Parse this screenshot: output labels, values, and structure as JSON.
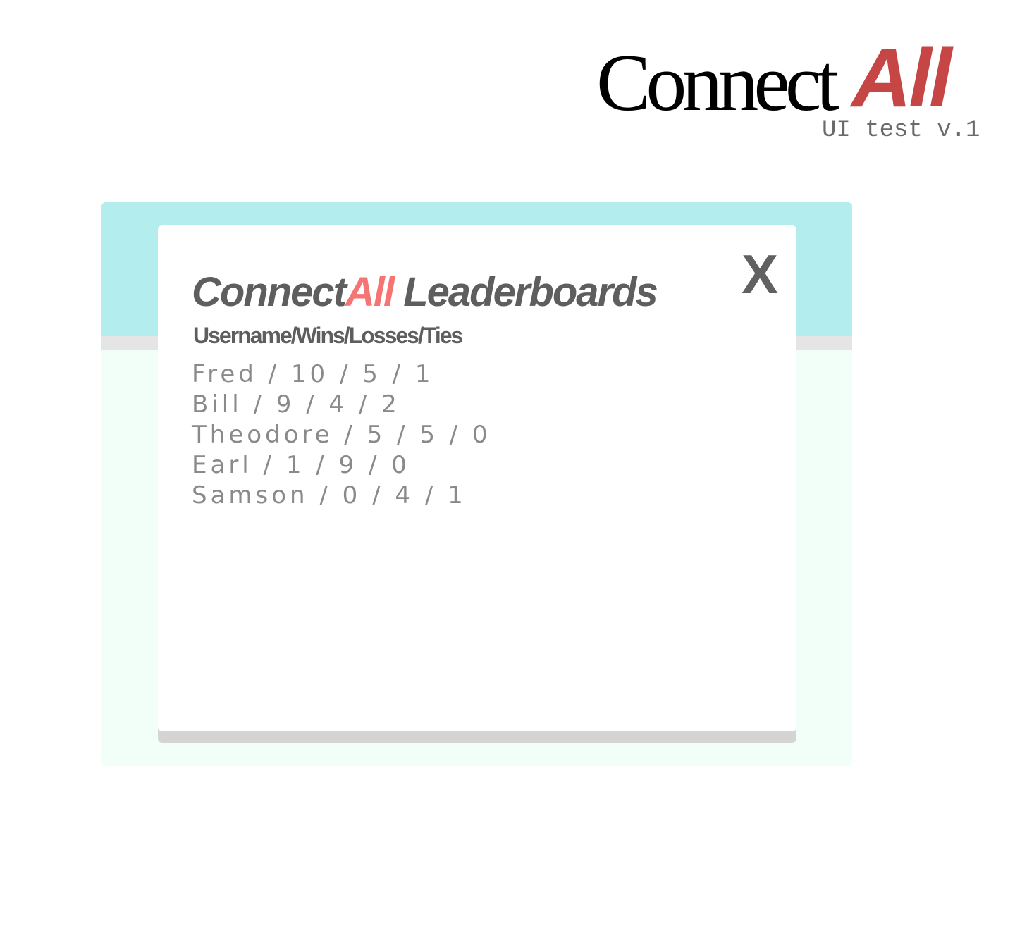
{
  "header": {
    "logo_connect": "Connect",
    "logo_all": "All",
    "subtitle": "UI test v.1"
  },
  "leaderboard": {
    "title_prefix": "Connect",
    "title_accent": "All",
    "title_suffix": " Leaderboards",
    "columns": "Username/Wins/Losses/Ties",
    "close_label": "X",
    "rows": [
      "Fred / 10 / 5 / 1",
      "Bill / 9 / 4 / 2",
      "Theodore / 5 / 5 / 0",
      "Earl / 1 / 9 / 0",
      "Samson / 0 / 4 / 1"
    ]
  },
  "colors": {
    "panel_top": "#b3eded",
    "panel_bottom": "#f1fff8",
    "accent": "#f57575",
    "logo_accent": "#c64646",
    "title_text": "#5e5e5e"
  }
}
